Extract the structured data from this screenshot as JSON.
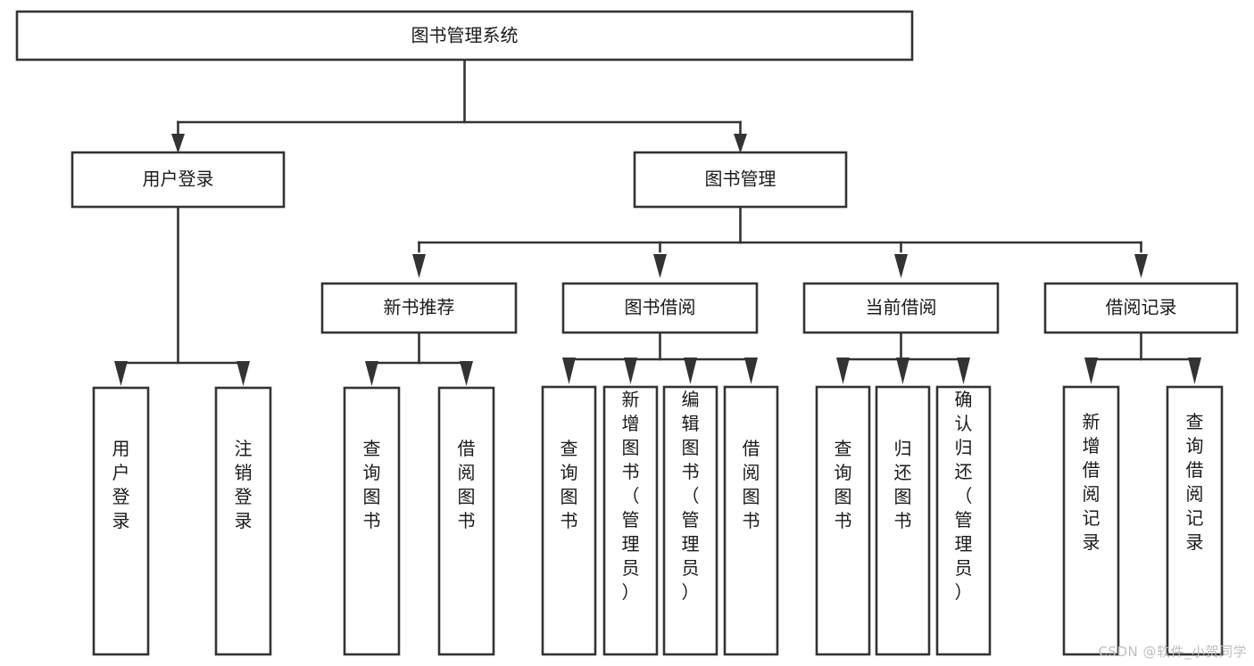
{
  "diagram": {
    "type": "tree",
    "title": "图书管理系统",
    "orientation": "top-down",
    "watermark": "CSDN @软件_小贺同学",
    "colors": {
      "box_stroke": "#333333",
      "box_fill": "#ffffff",
      "text": "#1a1a1a",
      "background": "#ffffff",
      "watermark": "#bfbfbf"
    },
    "nodes": {
      "root": {
        "label": "图书管理系统",
        "level": 1,
        "orientation": "horizontal"
      },
      "l2": [
        {
          "id": "user-login",
          "label": "用户登录",
          "orientation": "horizontal"
        },
        {
          "id": "book-manage",
          "label": "图书管理",
          "orientation": "horizontal"
        }
      ],
      "l3": [
        {
          "id": "new-book-rec",
          "label": "新书推荐",
          "orientation": "horizontal",
          "parent": "book-manage"
        },
        {
          "id": "book-borrow",
          "label": "图书借阅",
          "orientation": "horizontal",
          "parent": "book-manage"
        },
        {
          "id": "current-borrow",
          "label": "当前借阅",
          "orientation": "horizontal",
          "parent": "book-manage"
        },
        {
          "id": "borrow-record",
          "label": "借阅记录",
          "orientation": "horizontal",
          "parent": "book-manage"
        }
      ],
      "leaves": [
        {
          "id": "leaf-user-login",
          "label": "用户登录",
          "orientation": "vertical",
          "parent": "user-login"
        },
        {
          "id": "leaf-logout",
          "label": "注销登录",
          "orientation": "vertical",
          "parent": "user-login"
        },
        {
          "id": "leaf-query-book-1",
          "label": "查询图书",
          "orientation": "vertical",
          "parent": "new-book-rec"
        },
        {
          "id": "leaf-borrow-book-1",
          "label": "借阅图书",
          "orientation": "vertical",
          "parent": "new-book-rec"
        },
        {
          "id": "leaf-query-book-2",
          "label": "查询图书",
          "orientation": "vertical",
          "parent": "book-borrow"
        },
        {
          "id": "leaf-add-book",
          "label": "新增图书（管理员）",
          "orientation": "vertical",
          "parent": "book-borrow"
        },
        {
          "id": "leaf-edit-book",
          "label": "编辑图书（管理员）",
          "orientation": "vertical",
          "parent": "book-borrow"
        },
        {
          "id": "leaf-borrow-book-2",
          "label": "借阅图书",
          "orientation": "vertical",
          "parent": "book-borrow"
        },
        {
          "id": "leaf-query-book-3",
          "label": "查询图书",
          "orientation": "vertical",
          "parent": "current-borrow"
        },
        {
          "id": "leaf-return-book",
          "label": "归还图书",
          "orientation": "vertical",
          "parent": "current-borrow"
        },
        {
          "id": "leaf-confirm-return",
          "label": "确认归还（管理员）",
          "orientation": "vertical",
          "parent": "current-borrow"
        },
        {
          "id": "leaf-add-record",
          "label": "新增借阅记录",
          "orientation": "vertical",
          "parent": "borrow-record"
        },
        {
          "id": "leaf-query-record",
          "label": "查询借阅记录",
          "orientation": "vertical",
          "parent": "borrow-record"
        }
      ]
    }
  }
}
